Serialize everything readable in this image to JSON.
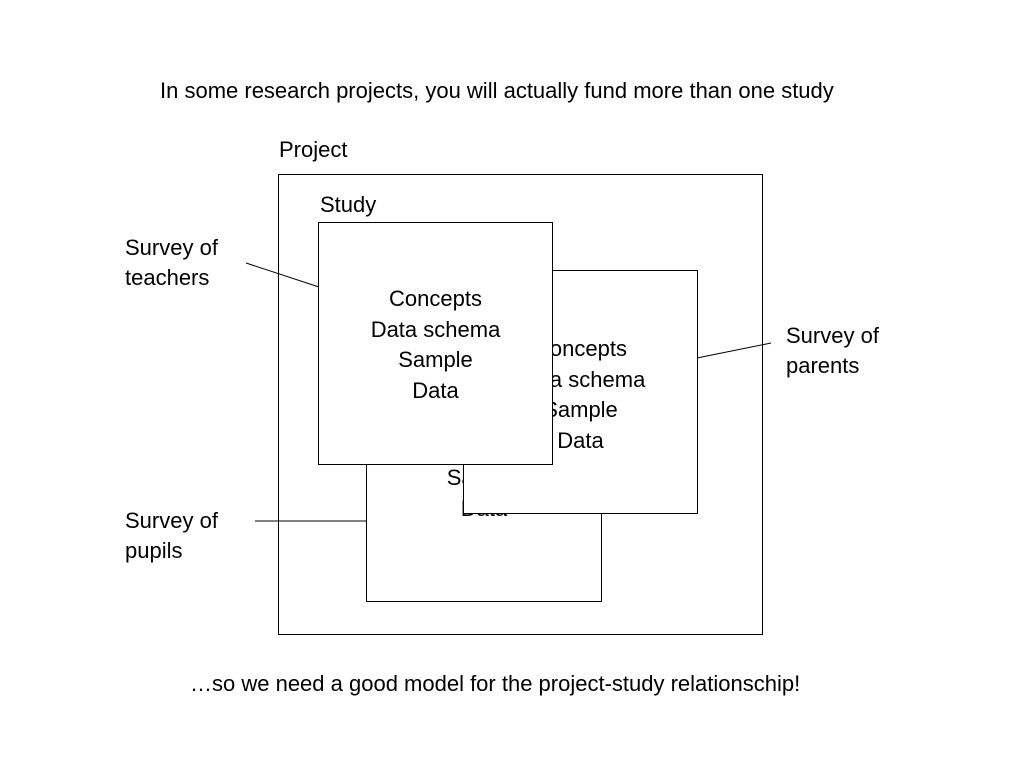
{
  "heading": "In some research projects, you will actually fund more than one study",
  "footer": "…so we need a good model for the project-study relationschip!",
  "project_label": "Project",
  "study_label": "Study",
  "study_contents": [
    "Concepts",
    "Data schema",
    "Sample",
    "Data"
  ],
  "callouts": {
    "teachers": [
      "Survey of",
      "teachers"
    ],
    "parents": [
      "Survey of",
      "parents"
    ],
    "pupils": [
      "Survey of",
      "pupils"
    ]
  }
}
